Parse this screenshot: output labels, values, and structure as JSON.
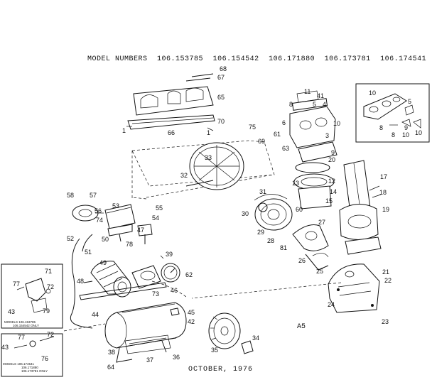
{
  "header": {
    "label": "MODEL NUMBERS",
    "models": [
      "106.153785",
      "106.154542",
      "106.171880",
      "106.173781",
      "106.174541"
    ]
  },
  "footer": {
    "date": "OCTOBER, 1976"
  },
  "code": "A5",
  "callouts": [
    "68",
    "67",
    "65",
    "70",
    "66",
    "1",
    "1",
    "75",
    "69",
    "61",
    "63",
    "11",
    "41",
    "8",
    "5",
    "4",
    "6",
    "10",
    "3",
    "9",
    "20",
    "13",
    "12",
    "14",
    "15",
    "60",
    "10",
    "5",
    "9",
    "8",
    "10",
    "8",
    "10",
    "17",
    "18",
    "19",
    "57",
    "58",
    "56",
    "53",
    "55",
    "54",
    "47",
    "50",
    "74",
    "52",
    "78",
    "32",
    "33",
    "31",
    "30",
    "29",
    "28",
    "27",
    "81",
    "26",
    "25",
    "21",
    "22",
    "24",
    "23",
    "51",
    "49",
    "39",
    "62",
    "48",
    "46",
    "73",
    "71",
    "72",
    "77",
    "43",
    "79",
    "44",
    "45",
    "42",
    "34",
    "35",
    "36",
    "37",
    "38",
    "64",
    "77",
    "72",
    "43",
    "76"
  ],
  "inset_notes": {
    "upper_line1": "MODELS 106.153785",
    "upper_line2": "106.154542 ONLY",
    "lower_line1": "MODELS 106.174541",
    "lower_line2": "106.171880",
    "lower_line3": "106.173781 ONLY"
  }
}
